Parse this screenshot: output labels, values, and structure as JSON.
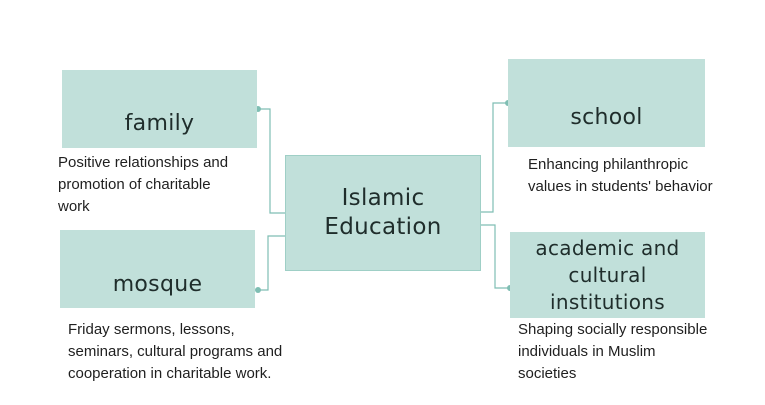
{
  "center": {
    "label": "Islamic Education"
  },
  "nodes": {
    "family": {
      "label": "family",
      "description": "Positive relationships and promotion of charitable work"
    },
    "mosque": {
      "label": "mosque",
      "description": "Friday sermons, lessons, seminars, cultural programs and cooperation in charitable work."
    },
    "school": {
      "label": "school",
      "description": "Enhancing philanthropic values in students' behavior"
    },
    "academic": {
      "label": "academic and cultural institutions",
      "description": "Shaping socially responsible individuals in Muslim societies"
    }
  },
  "colors": {
    "box_fill": "#c1e0da",
    "connector": "#7fbeb3",
    "text": "#1f2d2b"
  }
}
